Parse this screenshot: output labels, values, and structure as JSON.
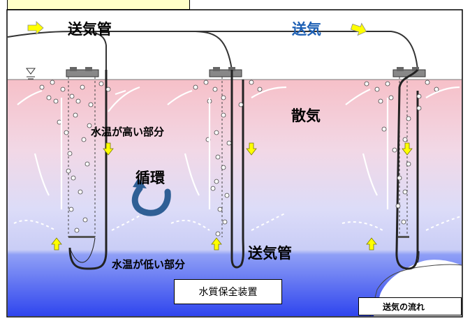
{
  "labels": {
    "air_pipe_top": "送気管",
    "air_supply": "送気",
    "diffusion": "散気",
    "warm_water": "水温が高い部分",
    "circulation": "循環",
    "air_pipe_mid": "送気管",
    "cold_water": "水温が低い部分",
    "device": "水質保全装置"
  },
  "legend": {
    "label": "送気の流れ",
    "icon": "yellow-arrow-right-icon"
  },
  "colors": {
    "surface_pink": "#f4c2cc",
    "deep_blue": "#3a4ff0",
    "air_arrow_yellow": "#ffff00",
    "air_supply_text": "#1c5fb4",
    "circulation_arrow": "#2f5f95"
  }
}
